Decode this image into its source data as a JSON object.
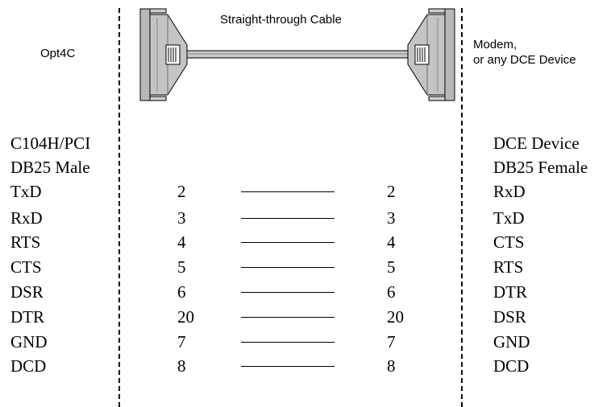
{
  "cable": {
    "title": "Straight-through Cable",
    "left_device": "Opt4C",
    "right_device_line1": "Modem,",
    "right_device_line2": "or any DCE Device"
  },
  "columns": {
    "left_line1": "C104H/PCI",
    "left_line2": "DB25 Male",
    "right_line1": "DCE Device",
    "right_line2": "DB25 Female"
  },
  "pins": [
    {
      "left_signal": "TxD",
      "left_pin": "2",
      "right_pin": "2",
      "right_signal": "RxD"
    },
    {
      "left_signal": "RxD",
      "left_pin": "3",
      "right_pin": "3",
      "right_signal": "TxD"
    },
    {
      "left_signal": "RTS",
      "left_pin": "4",
      "right_pin": "4",
      "right_signal": "CTS"
    },
    {
      "left_signal": "CTS",
      "left_pin": "5",
      "right_pin": "5",
      "right_signal": "RTS"
    },
    {
      "left_signal": "DSR",
      "left_pin": "6",
      "right_pin": "6",
      "right_signal": "DTR"
    },
    {
      "left_signal": "DTR",
      "left_pin": "20",
      "right_pin": "20",
      "right_signal": "DSR"
    },
    {
      "left_signal": "GND",
      "left_pin": "7",
      "right_pin": "7",
      "right_signal": "GND"
    },
    {
      "left_signal": "DCD",
      "left_pin": "8",
      "right_pin": "8",
      "right_signal": "DCD"
    }
  ]
}
